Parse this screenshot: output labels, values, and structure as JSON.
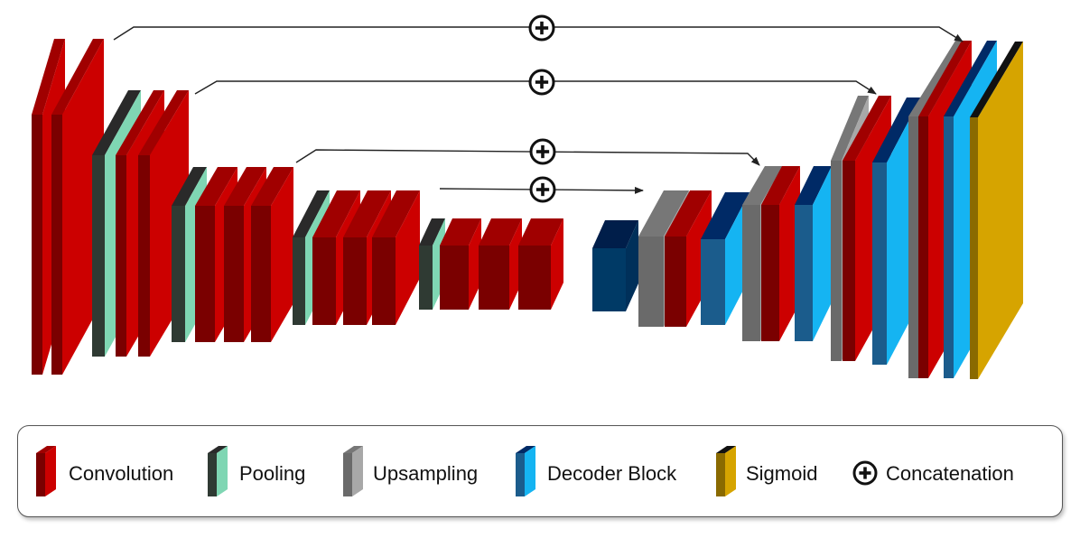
{
  "legend": {
    "items": [
      {
        "key": "convolution",
        "label": "Convolution"
      },
      {
        "key": "pooling",
        "label": "Pooling"
      },
      {
        "key": "upsampling",
        "label": "Upsampling"
      },
      {
        "key": "decoder",
        "label": "Decoder Block"
      },
      {
        "key": "sigmoid",
        "label": "Sigmoid"
      },
      {
        "key": "concatenation",
        "label": "Concatenation"
      }
    ]
  },
  "colors": {
    "convolution": {
      "face": "#7a0000",
      "side": "#cc0000",
      "top": "#a00000"
    },
    "pooling": {
      "face": "#2f3a33",
      "side": "#7fd6b3",
      "top": "#2a2a2a"
    },
    "upsampling": {
      "face": "#6a6a6a",
      "side": "#a8a8a8",
      "top": "#777777"
    },
    "decoder_dark": {
      "face": "#003a66",
      "side": "#00305a",
      "top": "#001e4a"
    },
    "decoder_light": {
      "face": "#1b5c8c",
      "side": "#15b4f2",
      "top": "#002a66"
    },
    "sigmoid": {
      "face": "#8a6a00",
      "side": "#d6a400",
      "top": "#111111"
    },
    "connector": "#222222"
  }
}
